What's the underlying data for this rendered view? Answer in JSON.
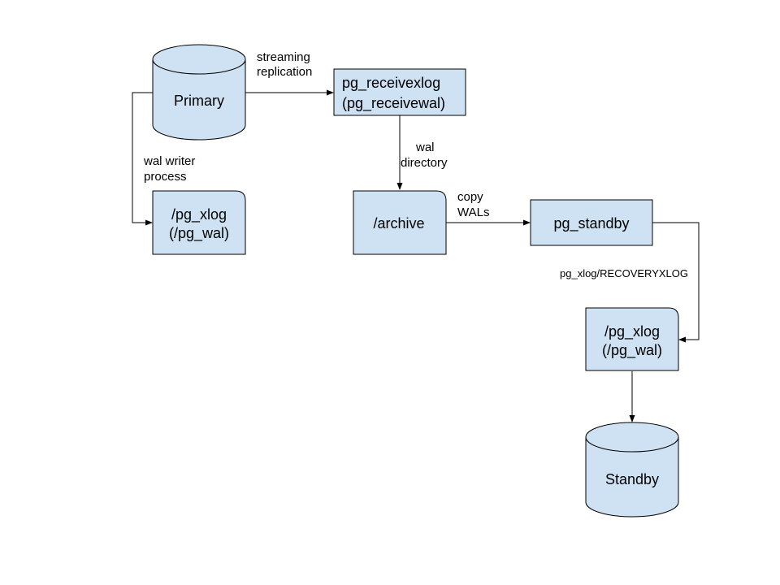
{
  "colors": {
    "node_fill": "#cfe2f3",
    "stroke": "#000000",
    "background": "#ffffff"
  },
  "nodes": {
    "primary": {
      "label": "Primary",
      "shape": "cylinder"
    },
    "pg_receivexlog": {
      "line1": "pg_receivexlog",
      "line2": "(pg_receivewal)",
      "shape": "rectangle"
    },
    "primary_pg_xlog": {
      "line1": "/pg_xlog",
      "line2": "(/pg_wal)",
      "shape": "document"
    },
    "archive": {
      "label": "/archive",
      "shape": "document"
    },
    "pg_standby": {
      "label": "pg_standby",
      "shape": "rectangle"
    },
    "standby_pg_xlog": {
      "line1": "/pg_xlog",
      "line2": "(/pg_wal)",
      "shape": "document"
    },
    "standby": {
      "label": "Standby",
      "shape": "cylinder"
    }
  },
  "edges": {
    "streaming_replication": {
      "line1": "streaming",
      "line2": "replication"
    },
    "wal_writer_process": {
      "line1": "wal writer",
      "line2": "process"
    },
    "wal_directory": {
      "line1": "wal",
      "line2": "directory"
    },
    "copy_wals": {
      "line1": "copy",
      "line2": "WALs"
    },
    "recovery": {
      "label": "pg_xlog/RECOVERYXLOG"
    },
    "to_standby": {
      "label": ""
    }
  }
}
